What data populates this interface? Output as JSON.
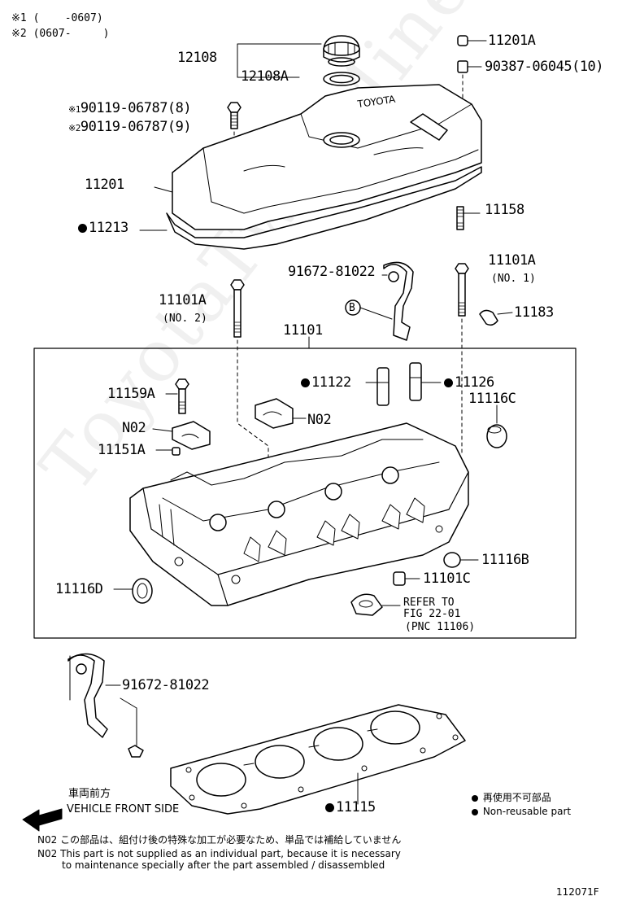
{
  "notes_top": {
    "note1_mark": "※1",
    "note1_range": "(    -0607)",
    "note2_mark": "※2",
    "note2_range": "(0607-     )"
  },
  "watermark": "ToyotaTwinMine.ru",
  "labels": {
    "oil_filler_cap": "12108",
    "oil_filler_gasket": "12108A",
    "cover_grommet": "11201A",
    "cover_nut": "90387-06045(10)",
    "bolt_note1_mark": "※1",
    "bolt_note1": "90119-06787(8)",
    "bolt_note2_mark": "※2",
    "bolt_note2": "90119-06787(9)",
    "cylinder_head_cover": "11201",
    "cover_gasket": "11213",
    "stud": "11158",
    "hanger_b": "91672-81022",
    "head_bolt_no1": "11101A",
    "head_bolt_no1_sub": "(NO. 1)",
    "plug_11183": "11183",
    "head_bolt_no2": "11101A",
    "head_bolt_no2_sub": "(NO. 2)",
    "cylinder_head": "11101",
    "guide_11122": "11122",
    "guide_11126": "11126",
    "bolt_11159a": "11159A",
    "plug_11116c": "11116C",
    "cap_no2_left": "N02",
    "cap_no2_right": "N02",
    "pin_11151a": "11151A",
    "plug_11116b": "11116B",
    "plug_11116d": "11116D",
    "plug_11101c": "11101C",
    "refer_line1": "REFER TO",
    "refer_line2": "FIG 22-01",
    "refer_line3": "(PNC 11106)",
    "hanger_front": "91672-81022",
    "head_gasket": "11115",
    "circle_b": "B"
  },
  "bullets": {
    "cover_gasket": true,
    "guide_11122": true,
    "guide_11126": true,
    "head_gasket": true
  },
  "front_side": {
    "jp": "車両前方",
    "en": "VEHICLE FRONT SIDE"
  },
  "legend": {
    "jp": "再使用不可部品",
    "en": "Non-reusable part"
  },
  "footnotes": {
    "jp_prefix": "N02",
    "jp_text": "この部品は、組付け後の特殊な加工が必要なため、単品では補給していません",
    "en_prefix": "N02",
    "en_line1": "This part is not supplied as an individual part, because it is necessary",
    "en_line2": "to maintenance specially after the part assembled / disassembled"
  },
  "figure_number": "112071F"
}
